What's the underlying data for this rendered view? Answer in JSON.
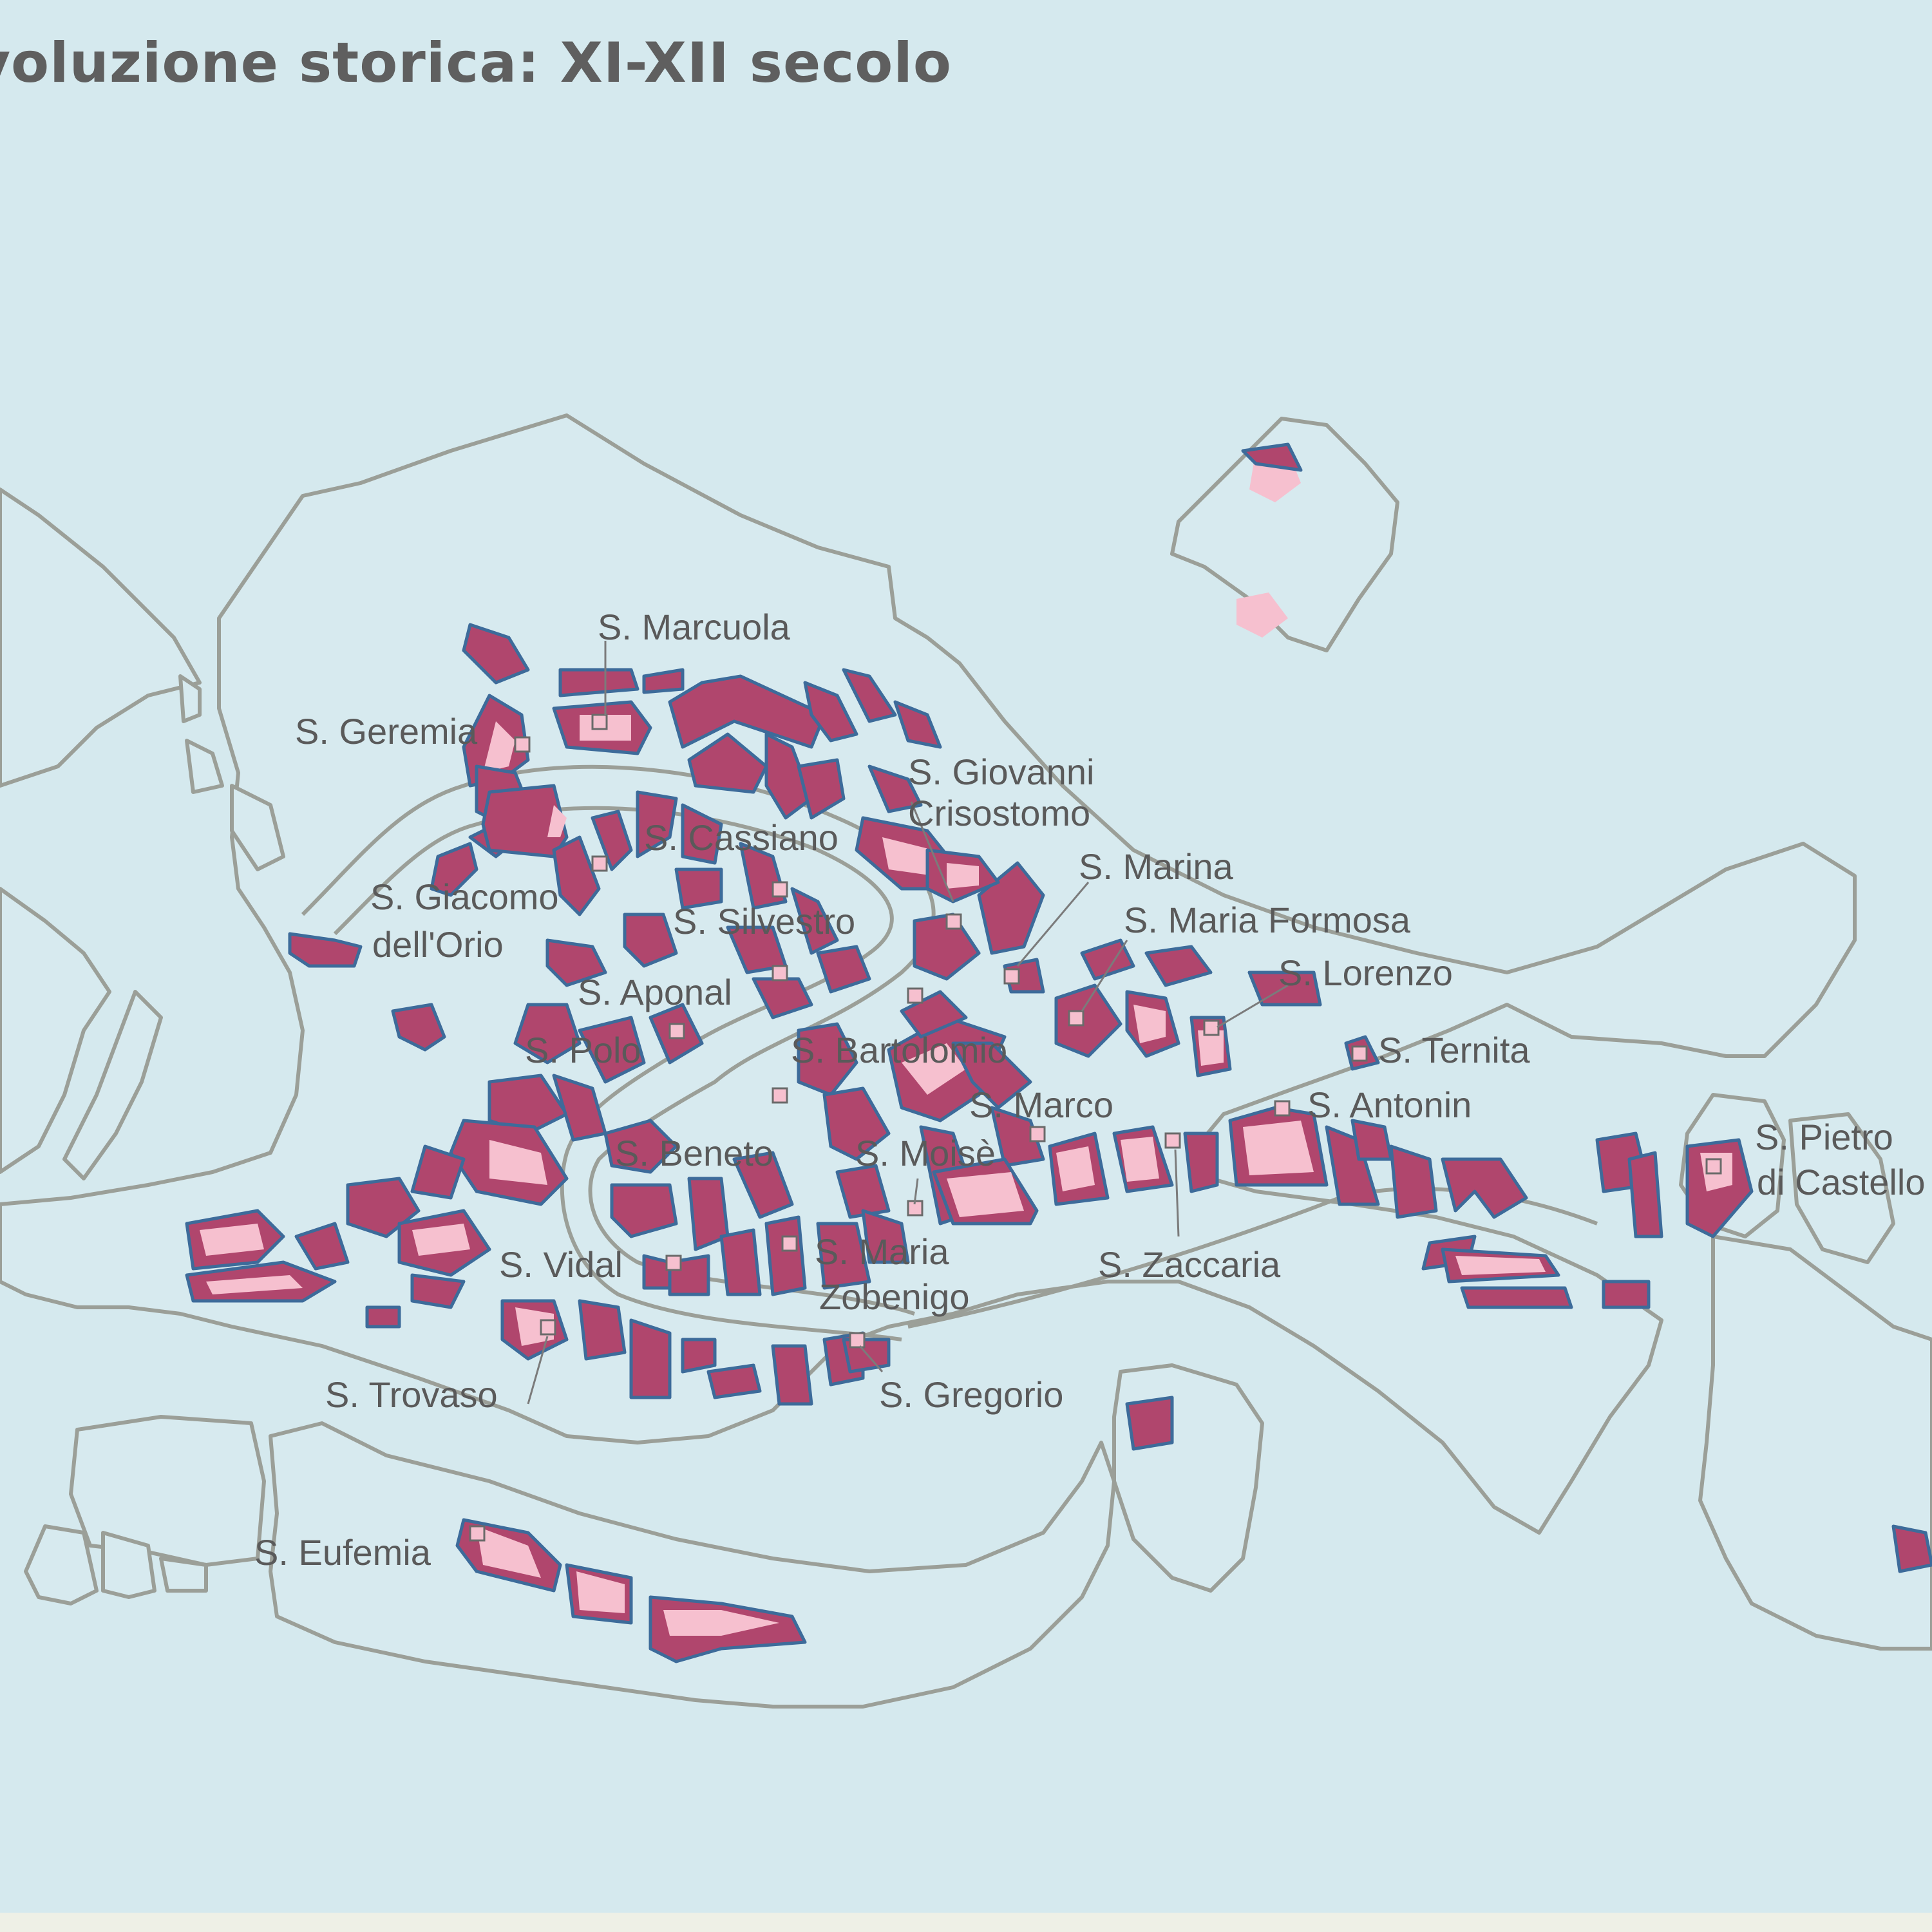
{
  "title": "voluzione storica: XI-XII secolo",
  "colors": {
    "water": "#d5e9ee",
    "coastline": "#9b9f98",
    "settlement_dark": "#b0466d",
    "settlement_light": "#f6c0cf",
    "block_outline": "#3d6b9a",
    "text": "#5a5a5a"
  },
  "parishes": [
    {
      "id": "marcuola",
      "label": "S. Marcuola"
    },
    {
      "id": "geremia",
      "label": "S. Geremia"
    },
    {
      "id": "giovanni-1",
      "label": "S. Giovanni"
    },
    {
      "id": "giovanni-2",
      "label": "Crisostomo"
    },
    {
      "id": "cassiano",
      "label": "S. Cassiano"
    },
    {
      "id": "marina",
      "label": "S. Marina"
    },
    {
      "id": "giacomo-1",
      "label": "S. Giacomo"
    },
    {
      "id": "giacomo-2",
      "label": "dell'Orio"
    },
    {
      "id": "silvestro",
      "label": "S. Silvestro"
    },
    {
      "id": "maria-formosa",
      "label": "S. Maria Formosa"
    },
    {
      "id": "aponal",
      "label": "S. Aponal"
    },
    {
      "id": "lorenzo",
      "label": "S. Lorenzo"
    },
    {
      "id": "polo",
      "label": "S. Polo"
    },
    {
      "id": "bartolomio",
      "label": "S. Bartolomio"
    },
    {
      "id": "ternita",
      "label": "S. Ternita"
    },
    {
      "id": "marco",
      "label": "S. Marco"
    },
    {
      "id": "antonin",
      "label": "S. Antonin"
    },
    {
      "id": "pietro-1",
      "label": "S. Pietro"
    },
    {
      "id": "pietro-2",
      "label": "di Castello"
    },
    {
      "id": "beneto",
      "label": "S. Beneto"
    },
    {
      "id": "moise",
      "label": "S. Moisè"
    },
    {
      "id": "vidal",
      "label": "S. Vidal"
    },
    {
      "id": "maria-zob-1",
      "label": "S. Maria"
    },
    {
      "id": "maria-zob-2",
      "label": "Zobenigo"
    },
    {
      "id": "zaccaria",
      "label": "S. Zaccaria"
    },
    {
      "id": "trovaso",
      "label": "S. Trovaso"
    },
    {
      "id": "gregorio",
      "label": "S. Gregorio"
    },
    {
      "id": "eufemia",
      "label": "S. Eufemia"
    }
  ]
}
